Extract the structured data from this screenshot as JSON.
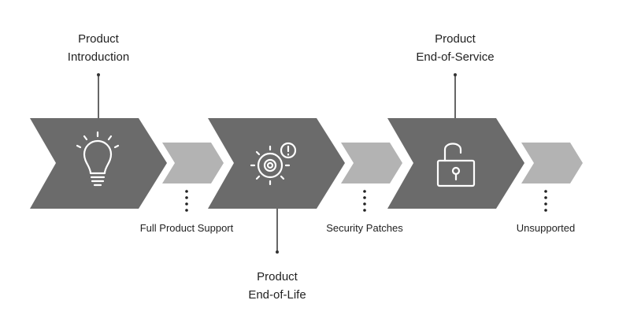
{
  "milestones": {
    "introduction": {
      "line1": "Product",
      "line2": "Introduction"
    },
    "end_of_life": {
      "line1": "Product",
      "line2": "End-of-Life"
    },
    "end_of_service": {
      "line1": "Product",
      "line2": "End-of-Service"
    }
  },
  "phases": {
    "full_support": "Full Product Support",
    "security_patches": "Security Patches",
    "unsupported": "Unsupported"
  },
  "icons": {
    "stage1": "lightbulb-icon",
    "stage2": "gear-alert-icon",
    "stage3": "unlocked-padlock-icon"
  },
  "colors": {
    "large_chevron": "#6b6b6b",
    "small_chevron": "#b3b3b3",
    "icon_stroke": "#ffffff",
    "line": "#333333"
  }
}
